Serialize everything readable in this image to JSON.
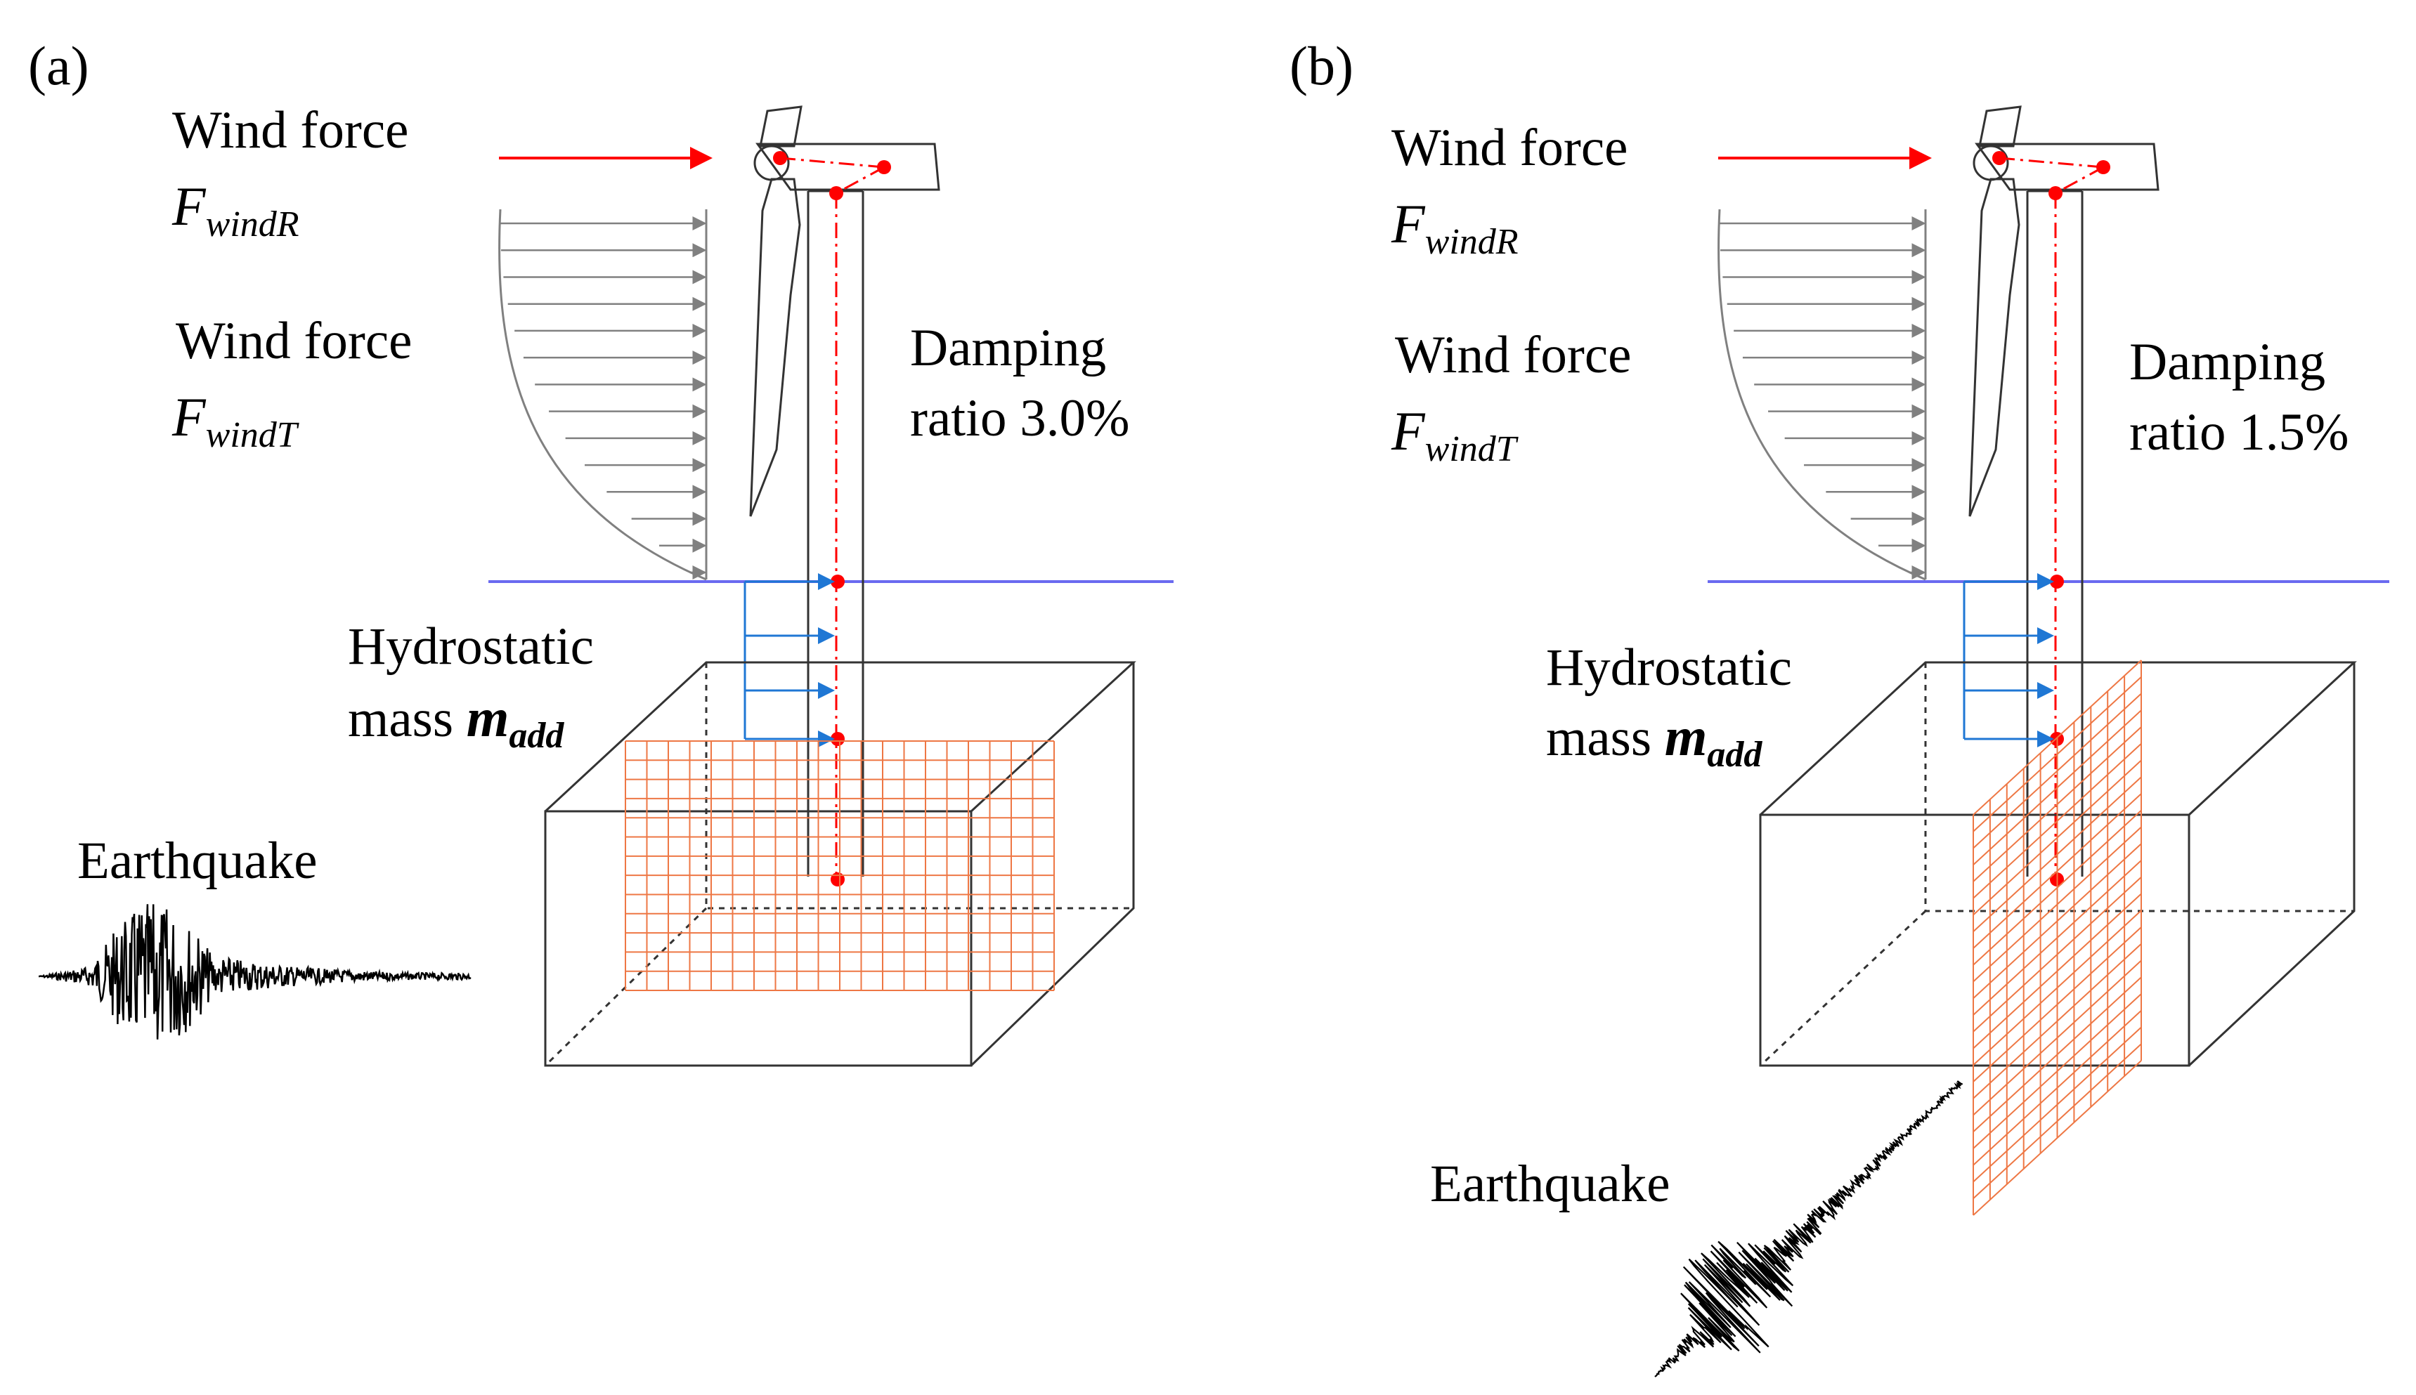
{
  "panels": [
    {
      "id": "a",
      "label": "(a)",
      "wind_rotor": {
        "text": "Wind force",
        "symbol": "F",
        "subscript": "windR"
      },
      "wind_tower": {
        "text": "Wind force",
        "symbol": "F",
        "subscript": "windT"
      },
      "damping": {
        "line1": "Damping",
        "line2": "ratio 3.0%"
      },
      "hydro": {
        "line1": "Hydrostatic",
        "line2": "mass ",
        "symbol": "m",
        "subscript": "add"
      },
      "earthquake": "Earthquake",
      "earthquake_direction": "horizontal"
    },
    {
      "id": "b",
      "label": "(b)",
      "wind_rotor": {
        "text": "Wind force",
        "symbol": "F",
        "subscript": "windR"
      },
      "wind_tower": {
        "text": "Wind force",
        "symbol": "F",
        "subscript": "windT"
      },
      "damping": {
        "line1": "Damping",
        "line2": "ratio 1.5%"
      },
      "hydro": {
        "line1": "Hydrostatic",
        "line2": "mass ",
        "symbol": "m",
        "subscript": "add"
      },
      "earthquake": "Earthquake",
      "earthquake_direction": "oblique"
    }
  ],
  "colors": {
    "wind_arrow": "#ff0000",
    "profile": "#808080",
    "water_line": "#6a6af0",
    "hydro_arrow": "#1f77d4",
    "mesh": "#ee7744",
    "node": "#ff0000",
    "structure": "#333333"
  }
}
